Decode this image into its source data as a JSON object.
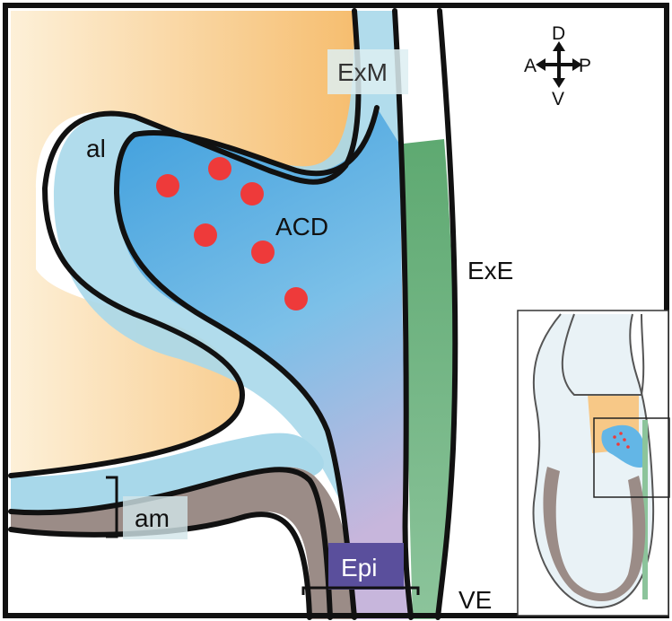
{
  "labels": {
    "al": "al",
    "acd": "ACD",
    "exm": "ExM",
    "exe": "ExE",
    "am": "am",
    "epi": "Epi",
    "ve": "VE"
  },
  "compass": {
    "dorsal": "D",
    "ventral": "V",
    "anterior": "A",
    "posterior": "P"
  },
  "colors": {
    "yolk_orange": "#f7c887",
    "light_blue": "#a8d8ea",
    "medium_blue": "#63b6e6",
    "deep_blue": "#3f9fdd",
    "green": "#6fb083",
    "brown_gray": "#9b8c87",
    "lavender": "#b9a9d3",
    "red_dot": "#ee3a3a",
    "epi_box": "#5a4f9c",
    "outline": "#111111"
  }
}
